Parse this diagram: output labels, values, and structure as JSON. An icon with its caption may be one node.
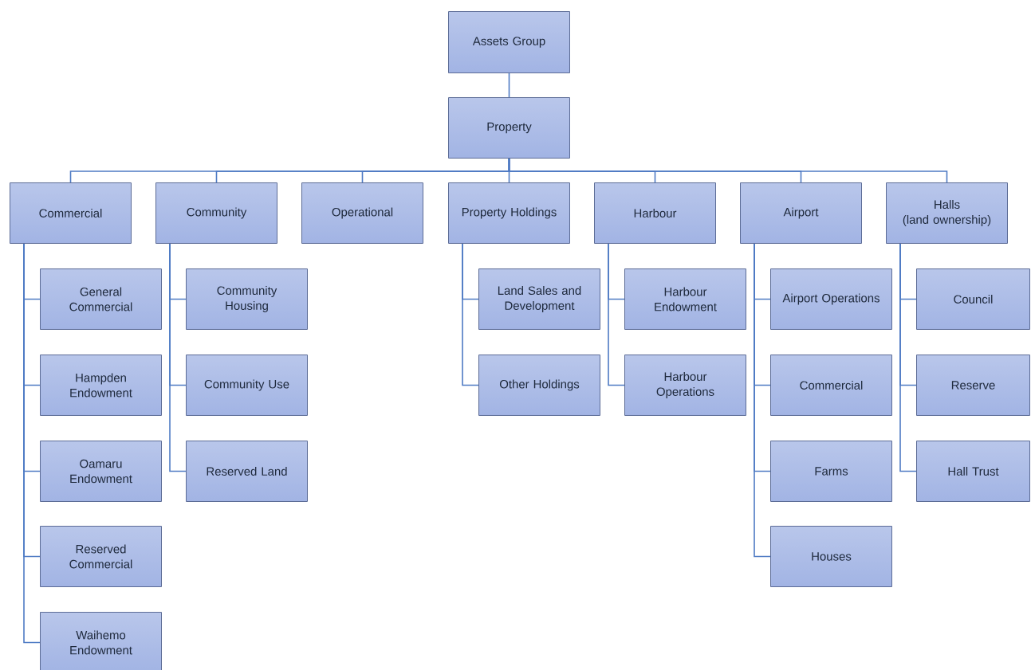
{
  "diagram": {
    "nodes": [
      {
        "text": [
          "Assets Group"
        ]
      },
      {
        "text": [
          "Property"
        ]
      },
      {
        "text": [
          "Commercial"
        ]
      },
      {
        "text": [
          "Community"
        ]
      },
      {
        "text": [
          "Operational"
        ]
      },
      {
        "text": [
          "Property Holdings"
        ]
      },
      {
        "text": [
          "Harbour"
        ]
      },
      {
        "text": [
          "Airport"
        ]
      },
      {
        "text": [
          "Halls",
          "(land ownership)"
        ]
      },
      {
        "text": [
          "General Commercial"
        ]
      },
      {
        "text": [
          "Hampden Endowment"
        ]
      },
      {
        "text": [
          "Oamaru Endowment"
        ]
      },
      {
        "text": [
          "Reserved Commercial"
        ]
      },
      {
        "text": [
          "Waihemo Endowment"
        ]
      },
      {
        "text": [
          "Community Housing"
        ]
      },
      {
        "text": [
          "Community Use"
        ]
      },
      {
        "text": [
          "Reserved Land"
        ]
      },
      {
        "text": [
          "Land Sales and Development"
        ]
      },
      {
        "text": [
          "Other Holdings"
        ]
      },
      {
        "text": [
          "Harbour Endowment"
        ]
      },
      {
        "text": [
          "Harbour Operations"
        ]
      },
      {
        "text": [
          "Airport Operations"
        ]
      },
      {
        "text": [
          "Commercial"
        ]
      },
      {
        "text": [
          "Farms"
        ]
      },
      {
        "text": [
          "Houses"
        ]
      },
      {
        "text": [
          "Council"
        ]
      },
      {
        "text": [
          "Reserve"
        ]
      },
      {
        "text": [
          "Hall Trust"
        ]
      }
    ],
    "edges": [
      {
        "from": 0,
        "to": 1,
        "arrow": "none"
      },
      {
        "from": 1,
        "to": 2,
        "arrow": "none"
      },
      {
        "from": 1,
        "to": 3,
        "arrow": "none"
      },
      {
        "from": 1,
        "to": 4,
        "arrow": "none"
      },
      {
        "from": 1,
        "to": 5,
        "arrow": "none"
      },
      {
        "from": 1,
        "to": 6,
        "arrow": "none"
      },
      {
        "from": 1,
        "to": 7,
        "arrow": "none"
      },
      {
        "from": 1,
        "to": 8,
        "arrow": "none"
      },
      {
        "from": 2,
        "to": 9,
        "arrow": "none"
      },
      {
        "from": 2,
        "to": 10,
        "arrow": "none"
      },
      {
        "from": 2,
        "to": 11,
        "arrow": "none"
      },
      {
        "from": 2,
        "to": 12,
        "arrow": "none"
      },
      {
        "from": 2,
        "to": 13,
        "arrow": "none"
      },
      {
        "from": 3,
        "to": 14,
        "arrow": "none"
      },
      {
        "from": 3,
        "to": 15,
        "arrow": "none"
      },
      {
        "from": 3,
        "to": 16,
        "arrow": "none"
      },
      {
        "from": 5,
        "to": 17,
        "arrow": "none"
      },
      {
        "from": 5,
        "to": 18,
        "arrow": "none"
      },
      {
        "from": 6,
        "to": 19,
        "arrow": "none"
      },
      {
        "from": 6,
        "to": 20,
        "arrow": "none"
      },
      {
        "from": 7,
        "to": 21,
        "arrow": "none"
      },
      {
        "from": 7,
        "to": 22,
        "arrow": "none"
      },
      {
        "from": 7,
        "to": 23,
        "arrow": "none"
      },
      {
        "from": 7,
        "to": 24,
        "arrow": "none"
      },
      {
        "from": 8,
        "to": 25,
        "arrow": "none"
      },
      {
        "from": 8,
        "to": 26,
        "arrow": "none"
      },
      {
        "from": 8,
        "to": 27,
        "arrow": "none"
      }
    ]
  }
}
